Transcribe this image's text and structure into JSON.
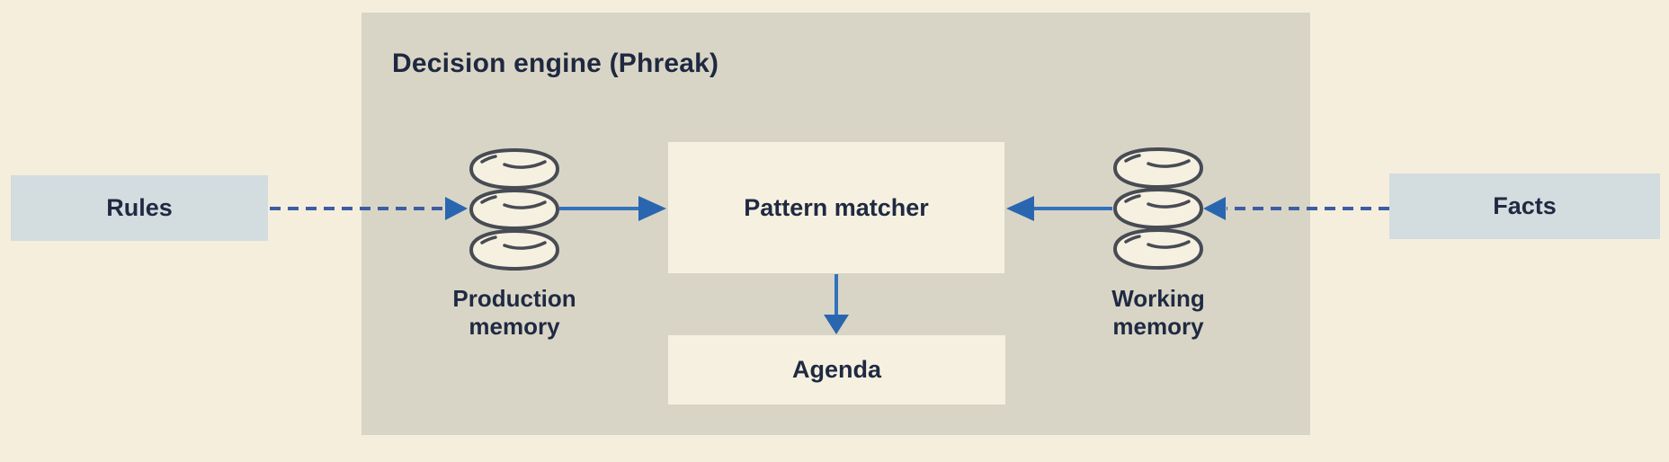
{
  "engine": {
    "title": "Decision engine (Phreak)"
  },
  "nodes": {
    "rules": {
      "label": "Rules"
    },
    "facts": {
      "label": "Facts"
    },
    "pattern_matcher": {
      "label": "Pattern matcher"
    },
    "agenda": {
      "label": "Agenda"
    },
    "production_memory": {
      "line1": "Production",
      "line2": "memory",
      "icon": "database-icon"
    },
    "working_memory": {
      "line1": "Working",
      "line2": "memory",
      "icon": "database-icon"
    }
  },
  "connections": [
    {
      "from": "rules",
      "to": "production_memory",
      "style": "dashed"
    },
    {
      "from": "production_memory",
      "to": "pattern_matcher",
      "style": "solid"
    },
    {
      "from": "working_memory",
      "to": "pattern_matcher",
      "style": "solid"
    },
    {
      "from": "facts",
      "to": "working_memory",
      "style": "dashed"
    },
    {
      "from": "pattern_matcher",
      "to": "agenda",
      "style": "solid"
    }
  ],
  "colors": {
    "page_background": "#f5eedd",
    "engine_background": "#d9d5c6",
    "io_box_background": "#d3dcdf",
    "node_background": "#f6f0e0",
    "text": "#1f2a42",
    "arrow_solid": "#3272bd",
    "arrow_dashed": "#3c5da5",
    "arrow_head": "#2a66b0",
    "database_outline": "#474b54"
  }
}
